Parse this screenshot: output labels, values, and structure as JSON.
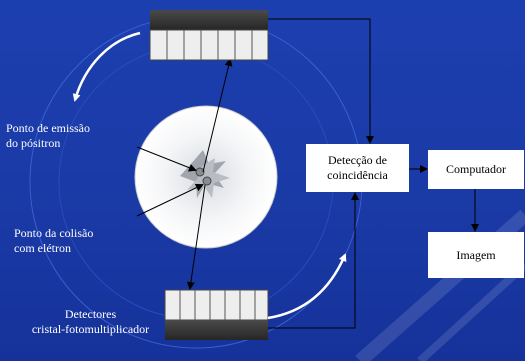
{
  "diagram": {
    "labels": {
      "emission_line1": "Ponto de emissão",
      "emission_line2": "do pósitron",
      "collision_line1": "Ponto da colisão",
      "collision_line2": "com elétron",
      "detectors_line1": "Detectores",
      "detectors_line2": "cristal-fotomultiplicador"
    },
    "boxes": {
      "coincidence_line1": "Detecção de",
      "coincidence_line2": "coincidência",
      "computer": "Computador",
      "image": "Imagem"
    },
    "colors": {
      "background": "#1c3fb0",
      "box_fill": "#ffffff",
      "detector_dark": "#3a3a3a",
      "detector_light": "#eeeeee",
      "patient": "#ffffff",
      "lines": "#000000"
    }
  }
}
